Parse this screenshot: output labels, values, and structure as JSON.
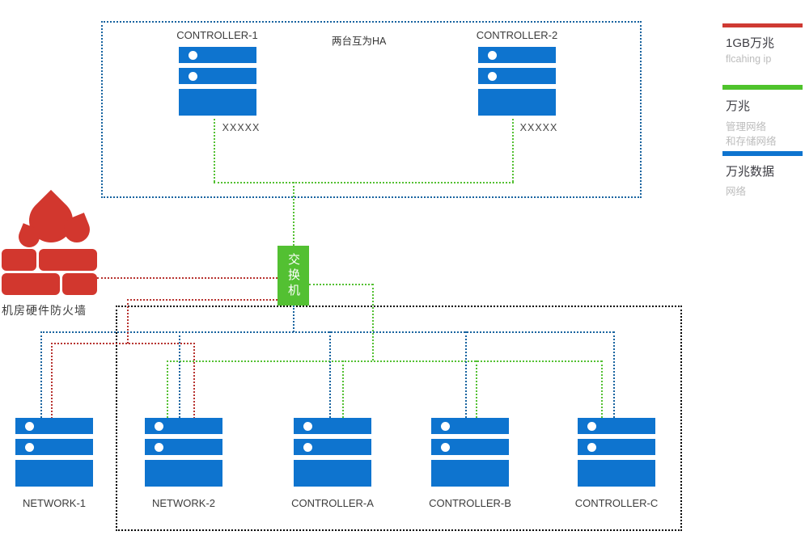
{
  "top_cluster": {
    "ha_note": "两台互为HA",
    "nodes": [
      {
        "name": "CONTROLLER-1",
        "sub_label": "XXXXX"
      },
      {
        "name": "CONTROLLER-2",
        "sub_label": "XXXXX"
      }
    ]
  },
  "switch": {
    "label": "交换机"
  },
  "firewall": {
    "label": "机房硬件防火墙"
  },
  "bottom_cluster": {
    "nodes": [
      {
        "name": "NETWORK-1"
      },
      {
        "name": "NETWORK-2"
      },
      {
        "name": "CONTROLLER-A"
      },
      {
        "name": "CONTROLLER-B"
      },
      {
        "name": "CONTROLLER-C"
      }
    ]
  },
  "legend": {
    "items": [
      {
        "title": "1GB万兆",
        "subtitles": [
          "flcahing ip"
        ],
        "color": "#cf3a33"
      },
      {
        "title": "万兆",
        "subtitles": [
          "管理网络",
          "和存储网络"
        ],
        "color": "#4fc32c"
      },
      {
        "title": "万兆数据",
        "subtitles": [
          "网络"
        ],
        "color": "#0e74cf"
      }
    ]
  },
  "colors": {
    "server_blue": "#0e74cf",
    "switch_green": "#53c032",
    "firewall_red": "#d2372e",
    "line_green": "#53c032",
    "line_blue": "#17639f",
    "line_red": "#b73330",
    "top_box_border": "#17639f",
    "bottom_box_border": "#000000",
    "label_text": "#3c3c3c",
    "legend_subtext": "#bcbcbc"
  }
}
